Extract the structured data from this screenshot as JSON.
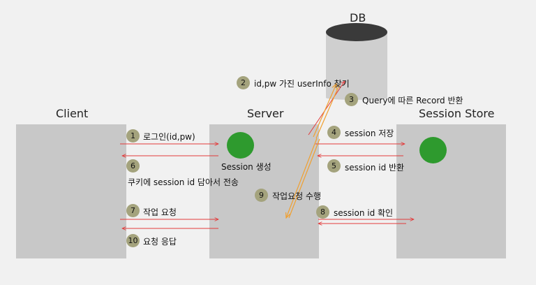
{
  "colors": {
    "background": "#f1f1f1",
    "node_fill": "#c8c8c8",
    "session_dot": "#2e9a2e",
    "request_arrow": "#e23a3a",
    "db_arrow": "#f0a030",
    "db_top": "#3a3a3a",
    "badge": "#a4a37d"
  },
  "titles": {
    "db": "DB",
    "client": "Client",
    "server": "Server",
    "store": "Session Store"
  },
  "labels": {
    "server_session": "Session 생성",
    "cookie": "쿠키에 session id 담아서 전송"
  },
  "steps": [
    {
      "num": "1",
      "text": "로그인(id,pw)"
    },
    {
      "num": "2",
      "text": "id,pw 가진 userInfo 찾기"
    },
    {
      "num": "3",
      "text": "Query에 따른 Record 반환"
    },
    {
      "num": "4",
      "text": "session 저장"
    },
    {
      "num": "5",
      "text": "session id 반환"
    },
    {
      "num": "6",
      "text": ""
    },
    {
      "num": "7",
      "text": "작업 요청"
    },
    {
      "num": "8",
      "text": "session id 확인"
    },
    {
      "num": "9",
      "text": "작업요청 수행"
    },
    {
      "num": "10",
      "text": "요청 응답"
    }
  ]
}
